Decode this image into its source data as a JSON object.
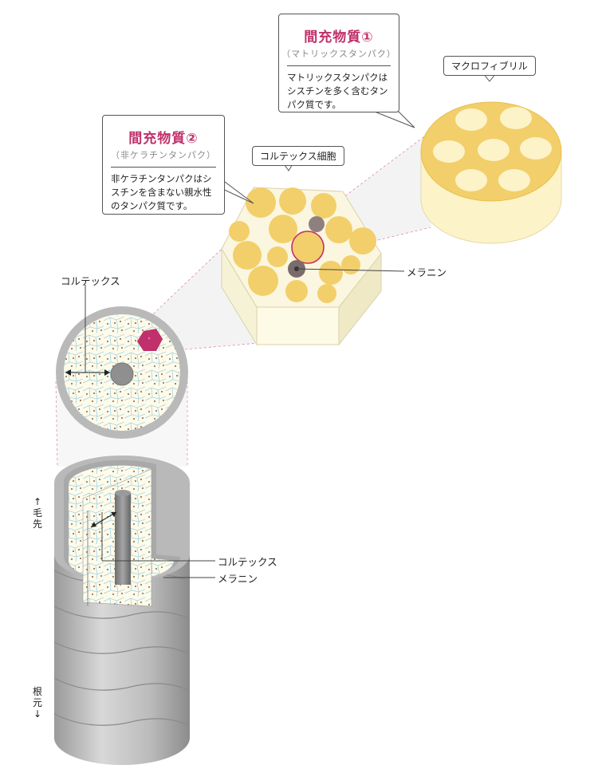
{
  "box1": {
    "title": "間充物質①",
    "subtitle": "（マトリックスタンパク）",
    "desc_lines": [
      "マトリックスタンパクは",
      "シスチンを多く含むタン",
      "パク質です。"
    ]
  },
  "box2": {
    "title": "間充物質②",
    "subtitle": "（非ケラチンタンパク）",
    "desc_lines": [
      "非ケラチンタンパクはシ",
      "スチンを含まない親水性",
      "のタンパク質です。"
    ]
  },
  "labels": {
    "macrofibril": "マクロフィブリル",
    "cortex_cell": "コルテックス細胞",
    "melanin_cell": "メラニン",
    "cortex_cross": "コルテックス",
    "cortex_cut": "コルテックス",
    "melanin_cut": "メラニン"
  },
  "side_labels": {
    "tip": [
      "↑",
      "毛",
      "先"
    ],
    "root": [
      "根",
      "元",
      "↓"
    ]
  },
  "colors": {
    "title_accent": "#c0306a",
    "fibril_yellow": "#f2cf6a",
    "fibril_light": "#fdf3c9",
    "cuticle_gray": "#c8c8c8",
    "cell_line": "#9fd3e6",
    "melanin_dot": "#a07a5a",
    "highlight_cell": "#c0306a"
  }
}
